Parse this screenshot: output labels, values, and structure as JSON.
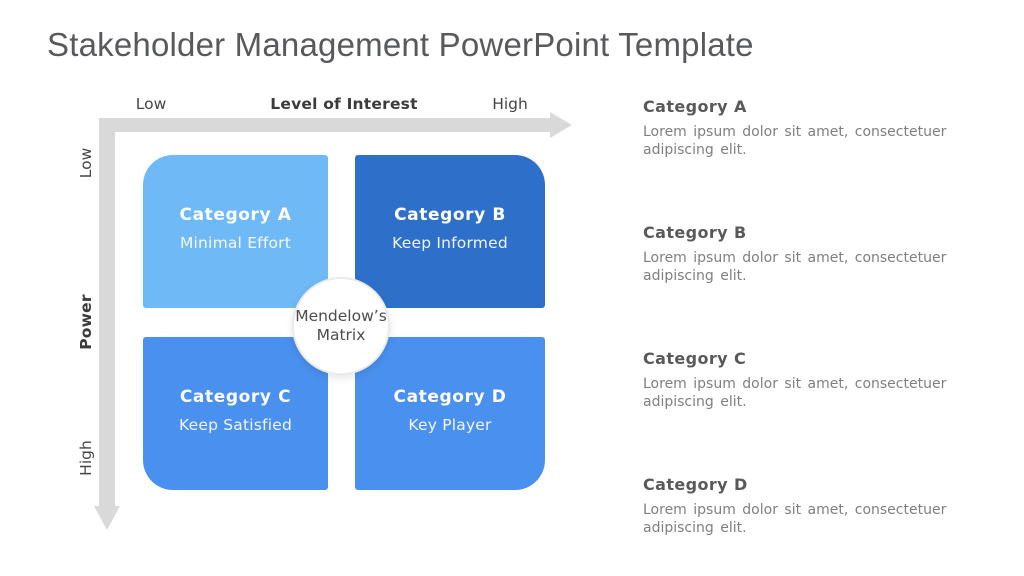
{
  "title": "Stakeholder Management PowerPoint Template",
  "matrix": {
    "x_axis": {
      "label": "Level of Interest",
      "low": "Low",
      "high": "High"
    },
    "y_axis": {
      "label": "Power",
      "low": "Low",
      "high": "High"
    },
    "center": {
      "line1": "Mendelow’s",
      "line2": "Matrix"
    },
    "quadrants": [
      {
        "name": "Category A",
        "strategy": "Minimal Effort",
        "color": "#6fb9f7"
      },
      {
        "name": "Category B",
        "strategy": "Keep Informed",
        "color": "#2e70c9"
      },
      {
        "name": "Category C",
        "strategy": "Keep Satisfied",
        "color": "#4a90ee"
      },
      {
        "name": "Category D",
        "strategy": "Key Player",
        "color": "#4a90ee"
      }
    ]
  },
  "legend": {
    "items": [
      {
        "heading": "Category A",
        "body": "Lorem ipsum dolor sit amet, consectetuer adipiscing elit."
      },
      {
        "heading": "Category B",
        "body": "Lorem ipsum dolor sit amet, consectetuer adipiscing elit."
      },
      {
        "heading": "Category C",
        "body": "Lorem ipsum dolor sit amet, consectetuer adipiscing elit."
      },
      {
        "heading": "Category D",
        "body": "Lorem ipsum dolor sit amet, consectetuer adipiscing elit."
      }
    ]
  },
  "colors": {
    "arrow_gray": "#d9d9d9",
    "title_gray": "#58595b",
    "heading_gray": "#595959",
    "body_gray": "#7f7f7f",
    "quad_light_blue": "#6fb9f7",
    "quad_dark_blue": "#2e70c9",
    "quad_medium_blue": "#4a90ee"
  }
}
